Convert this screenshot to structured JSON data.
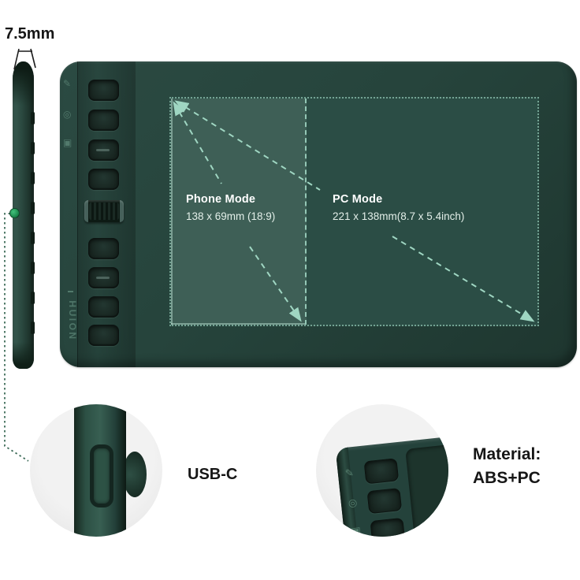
{
  "measurements": {
    "thickness": "7.5mm"
  },
  "device": {
    "brand": "HUION"
  },
  "active_area": {
    "phone_mode": {
      "label": "Phone Mode",
      "size": "138 x 69mm (18:9)"
    },
    "pc_mode": {
      "label": "PC Mode",
      "size": "221 x 138mm(8.7 x 5.4inch)"
    }
  },
  "callouts": {
    "usb": {
      "label": "USB-C"
    },
    "material": {
      "line1": "Material:",
      "line2": "ABS+PC"
    }
  },
  "icons": {
    "pen": "✎",
    "dial": "◎",
    "square": "▣"
  },
  "colors": {
    "body_green": "#26443c",
    "active_green": "#2b4d45",
    "phone_overlay_green": "#3c6257",
    "dash_mint": "#9fd6c2",
    "usb_dot_green": "#2fa866",
    "circle_gray": "#ececec"
  }
}
